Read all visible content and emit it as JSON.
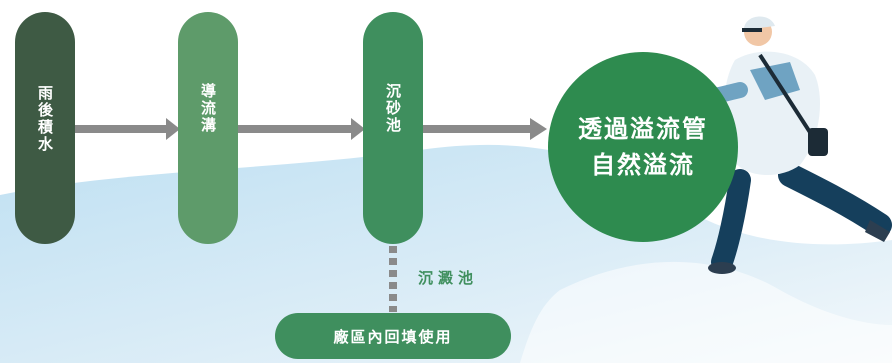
{
  "flow": {
    "step1": "雨後積水",
    "step2": "導流溝",
    "step3": "沉砂池",
    "outcome_line1": "透過溢流管",
    "outcome_line2": "自然溢流",
    "branch_label": "沉澱池",
    "branch_outcome": "廠區內回填使用"
  },
  "colors": {
    "step1": "#3e5a44",
    "step2": "#5e9b6a",
    "step3": "#3f8f5e",
    "outcome": "#2e8b4f",
    "arrow": "#8a8a8a",
    "water": "#cfe6f4"
  },
  "icons": {
    "worker": "running-worker-illustration"
  }
}
